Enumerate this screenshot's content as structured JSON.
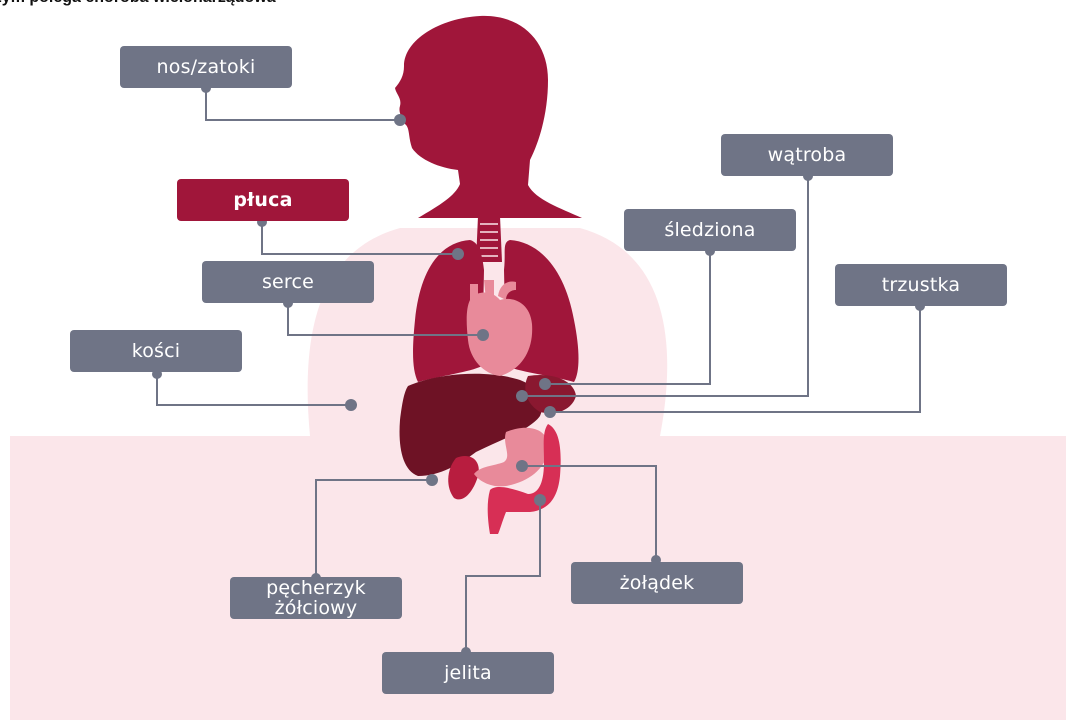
{
  "heading": "Na czym polega choroba wielonarządowa",
  "colors": {
    "label_default": "#6f7486",
    "label_highlight": "#a0163a",
    "connector": "#6f7486",
    "body_silhouette": "#a0163a",
    "torso_background": "#fbe6ea",
    "liver": "#6e1225",
    "heart": "#e88a9a",
    "intestines": "#d72f55"
  },
  "organs": {
    "nose_sinuses": {
      "label": "nos/zatoki",
      "highlighted": false
    },
    "lungs": {
      "label": "płuca",
      "highlighted": true
    },
    "heart": {
      "label": "serce",
      "highlighted": false
    },
    "bones": {
      "label": "kości",
      "highlighted": false
    },
    "gallbladder": {
      "label": "pęcherzyk żółciowy",
      "highlighted": false
    },
    "intestines": {
      "label": "jelita",
      "highlighted": false
    },
    "stomach": {
      "label": "żołądek",
      "highlighted": false
    },
    "liver": {
      "label": "wątroba",
      "highlighted": false
    },
    "spleen": {
      "label": "śledziona",
      "highlighted": false
    },
    "pancreas": {
      "label": "trzustka",
      "highlighted": false
    }
  }
}
